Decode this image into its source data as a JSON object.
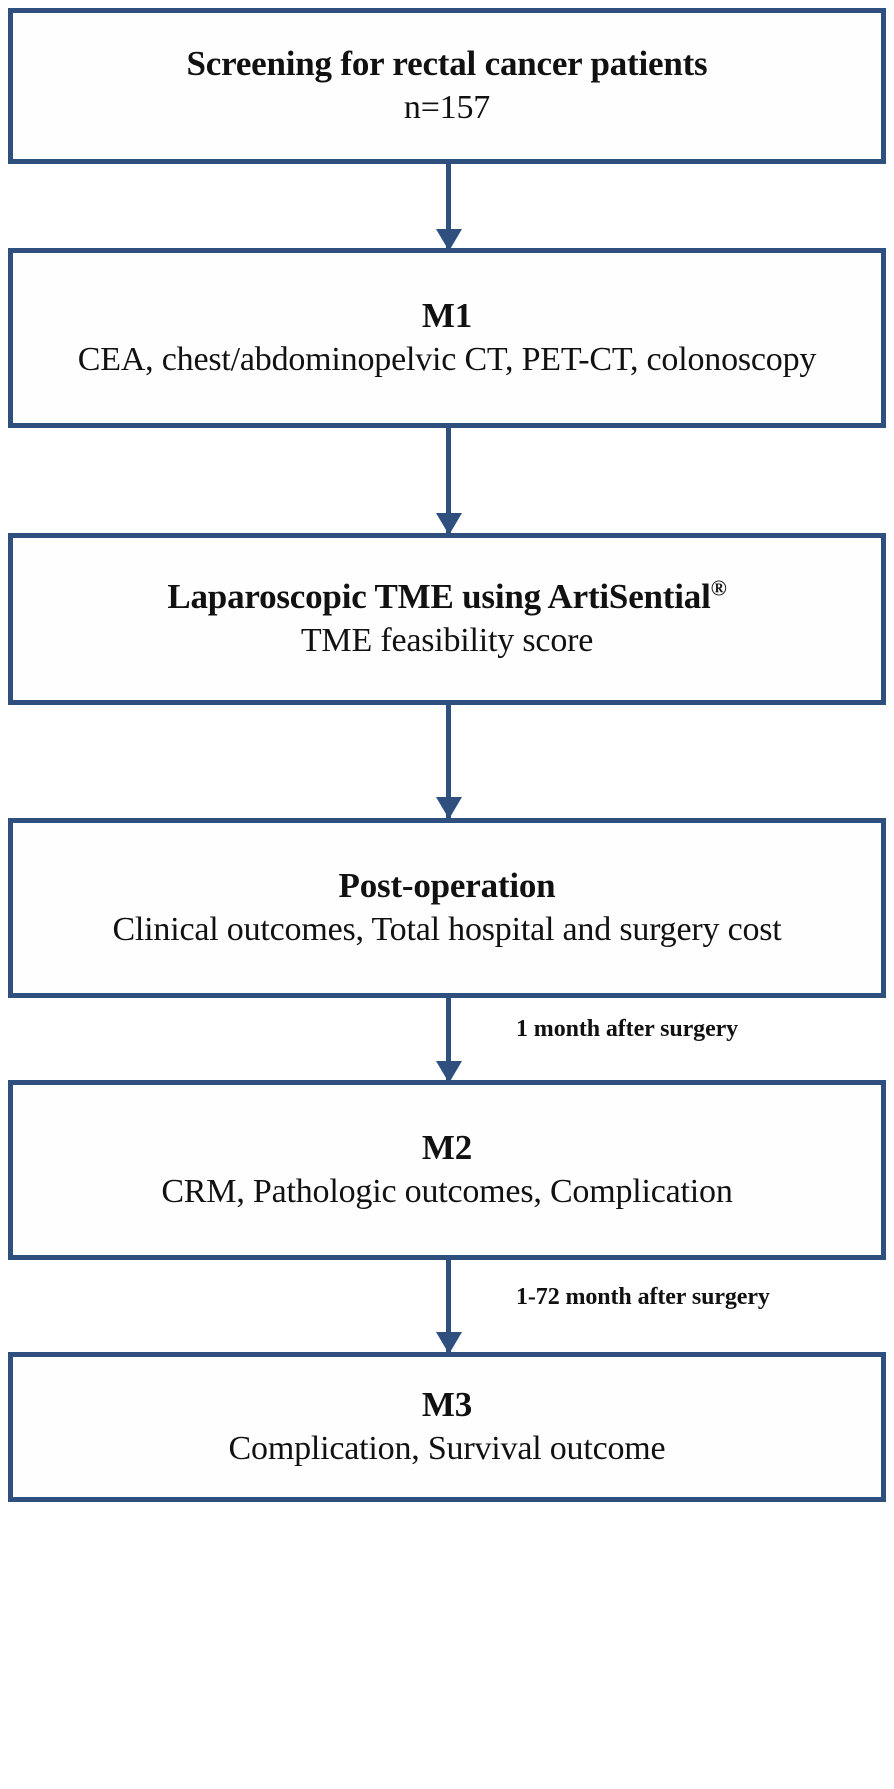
{
  "diagram": {
    "type": "flowchart",
    "orientation": "vertical",
    "accent_color": "#2f4f7f",
    "background_color": "#ffffff",
    "text_color": "#111111",
    "nodes": [
      {
        "id": "screening",
        "title": "Screening for rectal cancer patients",
        "subtitle": "n=157"
      },
      {
        "id": "m1",
        "title": "M1",
        "subtitle": "CEA, chest/abdominopelvic CT, PET-CT, colonoscopy"
      },
      {
        "id": "surgery",
        "title": "Laparoscopic TME using ArtiSential",
        "title_superscript": "®",
        "subtitle": "TME feasibility score"
      },
      {
        "id": "post-operation",
        "title": "Post-operation",
        "subtitle": "Clinical outcomes, Total hospital and surgery cost"
      },
      {
        "id": "m2",
        "title": "M2",
        "subtitle": "CRM, Pathologic outcomes, Complication"
      },
      {
        "id": "m3",
        "title": "M3",
        "subtitle": "Complication, Survival outcome"
      }
    ],
    "edges": [
      {
        "id": "e1",
        "from": "screening",
        "to": "m1",
        "label": ""
      },
      {
        "id": "e2",
        "from": "m1",
        "to": "surgery",
        "label": ""
      },
      {
        "id": "e3",
        "from": "surgery",
        "to": "post-operation",
        "label": ""
      },
      {
        "id": "e4",
        "from": "post-operation",
        "to": "m2",
        "label": "1 month after surgery"
      },
      {
        "id": "e5",
        "from": "m2",
        "to": "m3",
        "label": "1-72 month after surgery"
      }
    ]
  }
}
